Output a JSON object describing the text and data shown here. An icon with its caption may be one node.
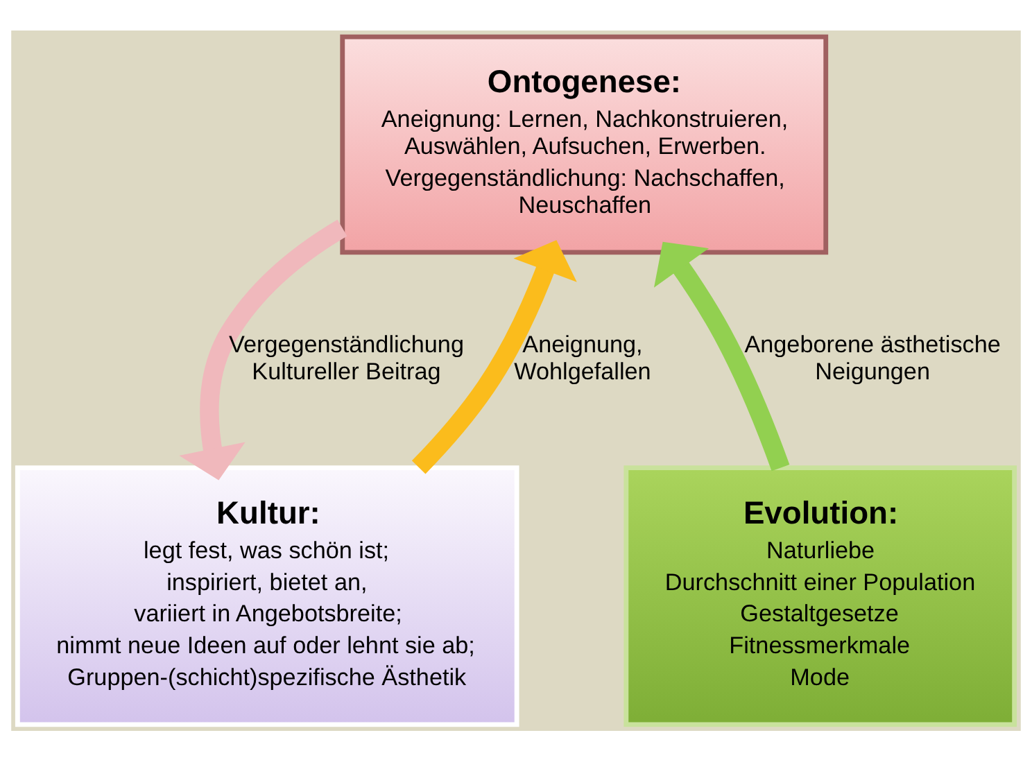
{
  "diagram": {
    "nodes": [
      {
        "text": [
          "Ontogenese:",
          "Aneignung: Lernen, Nachkonstruieren, Auswählen, Aufsuchen, Erwerben.",
          "Vergegenständlichung: Nachschaffen, Neuschaffen"
        ]
      },
      {
        "text": [
          "Evolution:",
          "Naturliebe",
          "Durchschnitt einer Population",
          "Gestaltgesetze",
          "Fitnessmerkmale",
          "Mode"
        ]
      },
      {
        "text": [
          "Kultur:",
          "legt fest, was schön ist;",
          "inspiriert, bietet an,",
          "variiert in Angebotsbreite;",
          "nimmt neue Ideen auf oder lehnt sie ab;",
          "Gruppen-(schicht)spezifische Ästhetik"
        ]
      }
    ],
    "edges": [
      {
        "from": 1,
        "to": 0,
        "arrow": "to",
        "label": "Angeborene ästhetische Neigungen",
        "color": "#92d050"
      },
      {
        "from": 2,
        "to": 0,
        "arrow": "to",
        "label": "Aneignung, Wohlgefallen",
        "color": "#fbbc1c"
      },
      {
        "from": 0,
        "to": 2,
        "arrow": "to",
        "label": "Vergegenständlichung Kultureller Beitrag",
        "color": "#f0b8bc"
      }
    ]
  }
}
